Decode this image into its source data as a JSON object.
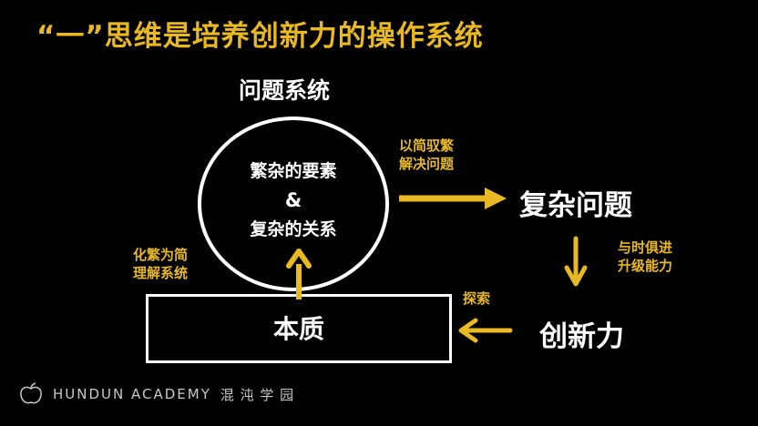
{
  "title": "“一”思维是培养创新力的操作系统",
  "nodes": {
    "problem_system": "问题系统",
    "circle_line1": "繁杂的要素",
    "circle_amp": "&",
    "circle_line2": "复杂的关系",
    "complex_problem": "复杂问题",
    "innovation": "创新力",
    "essence": "本质"
  },
  "edges": {
    "simplify_line1": "以简驭繁",
    "simplify_line2": "解决问题",
    "upgrade_line1": "与时俱进",
    "upgrade_line2": "升级能力",
    "explore": "探索",
    "reduce_line1": "化繁为简",
    "reduce_line2": "理解系统"
  },
  "logo": {
    "brand": "HUNDUN ACADEMY",
    "brand_cn": "混 沌 学 园"
  },
  "colors": {
    "background": "#000000",
    "accent": "#e8b923",
    "text": "#ffffff"
  }
}
